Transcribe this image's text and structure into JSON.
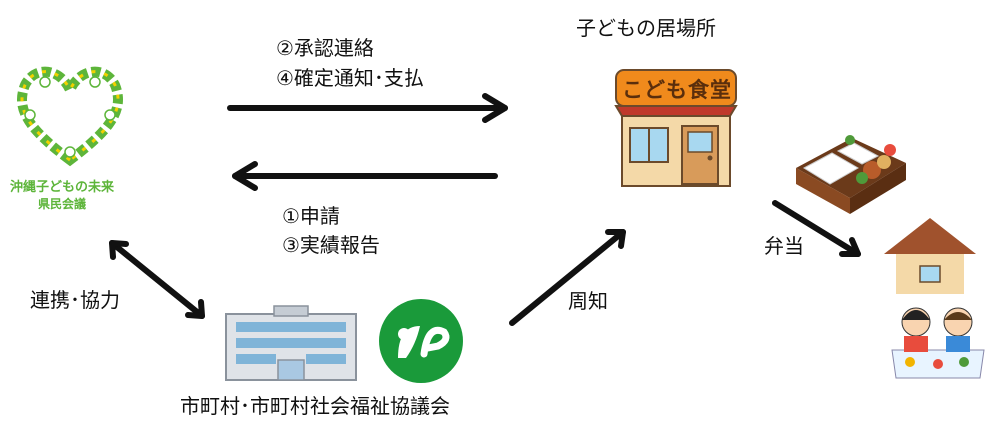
{
  "labels": {
    "place_title": "子どもの居場所",
    "arrow_top_line1": "②承認連絡",
    "arrow_top_line2": "④確定通知･支払",
    "arrow_bottom_line1": "①申請",
    "arrow_bottom_line2": "③実績報告",
    "cooperation": "連携･協力",
    "notify": "周知",
    "bento": "弁当",
    "municipality": "市町村･市町村社会福祉協議会"
  },
  "council_logo": {
    "line1": "沖縄子どもの未来",
    "line2": "県民会議"
  },
  "shop_sign": "こども食堂",
  "colors": {
    "logo_green": "#5db53a",
    "logo_yellow": "#f2d100",
    "sign_orange": "#f08a1c",
    "awning_red": "#c0392b",
    "shop_wall": "#f4d9a8",
    "roof_brown": "#a0522d",
    "welfare_green": "#1a9a3a"
  }
}
